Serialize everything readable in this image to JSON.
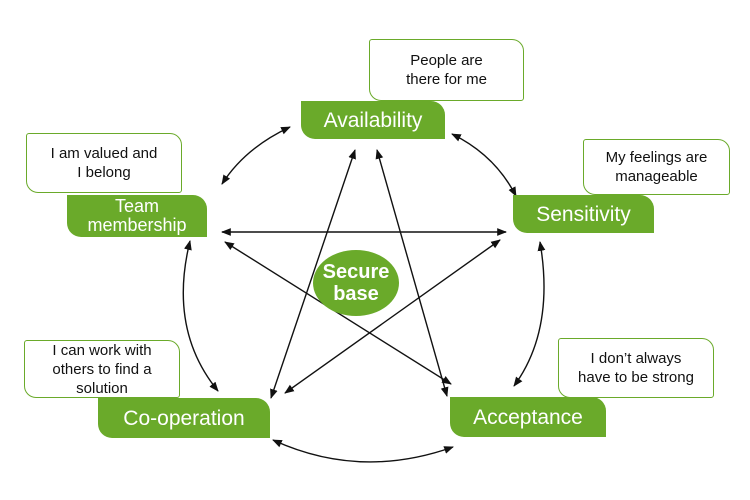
{
  "nodes": {
    "availability": {
      "label": "Availability",
      "callout": "People are there for me"
    },
    "sensitivity": {
      "label": "Sensitivity",
      "callout": "My feelings are manageable"
    },
    "acceptance": {
      "label": "Acceptance",
      "callout": "I don’t always have to be strong"
    },
    "cooperation": {
      "label": "Co-operation",
      "callout": "I can work with others to find a solution"
    },
    "team": {
      "label_line1": "Team",
      "label_line2": "membership",
      "callout": "I am valued and I belong"
    }
  },
  "center": {
    "line1": "Secure",
    "line2": "base"
  },
  "colors": {
    "green": "#6aaa2a",
    "arrow": "#111111",
    "text": "#111111",
    "label_text": "#ffffff"
  }
}
